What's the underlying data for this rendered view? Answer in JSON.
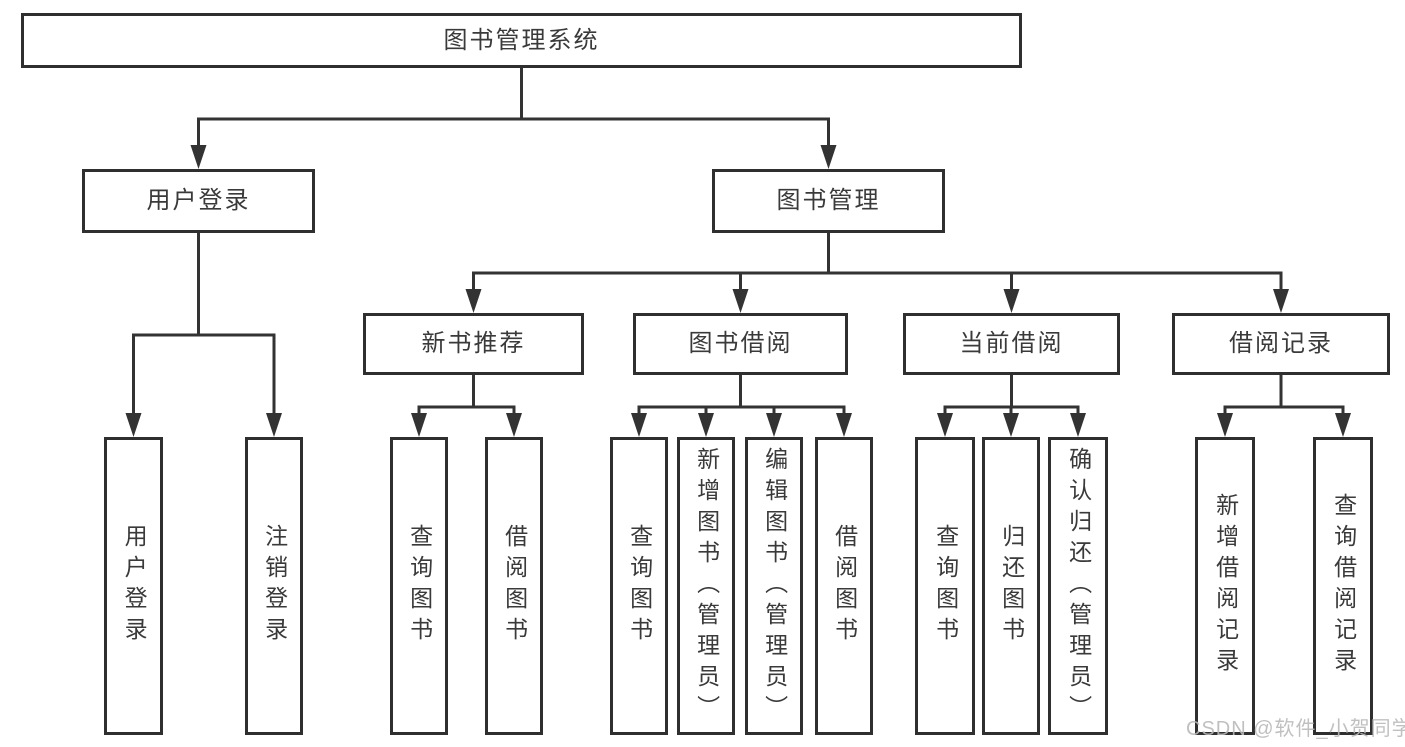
{
  "diagram": {
    "root": {
      "label": "图书管理系统"
    },
    "level2": [
      {
        "id": "user-login",
        "label": "用户登录"
      },
      {
        "id": "book-management",
        "label": "图书管理"
      }
    ],
    "level3": [
      {
        "id": "new-book-recommend",
        "parent": "图书管理",
        "label": "新书推荐"
      },
      {
        "id": "book-borrow",
        "parent": "图书管理",
        "label": "图书借阅"
      },
      {
        "id": "current-borrow",
        "parent": "图书管理",
        "label": "当前借阅"
      },
      {
        "id": "borrow-records",
        "parent": "图书管理",
        "label": "借阅记录"
      }
    ],
    "leaves": [
      {
        "parent": "用户登录",
        "label": "用户登录"
      },
      {
        "parent": "用户登录",
        "label": "注销登录"
      },
      {
        "parent": "新书推荐",
        "label": "查询图书"
      },
      {
        "parent": "新书推荐",
        "label": "借阅图书"
      },
      {
        "parent": "图书借阅",
        "label": "查询图书"
      },
      {
        "parent": "图书借阅",
        "label": "新增图书（管理员）"
      },
      {
        "parent": "图书借阅",
        "label": "编辑图书（管理员）"
      },
      {
        "parent": "图书借阅",
        "label": "借阅图书"
      },
      {
        "parent": "当前借阅",
        "label": "查询图书"
      },
      {
        "parent": "当前借阅",
        "label": "归还图书"
      },
      {
        "parent": "当前借阅",
        "label": "确认归还（管理员）"
      },
      {
        "parent": "借阅记录",
        "label": "新增借阅记录"
      },
      {
        "parent": "借阅记录",
        "label": "查询借阅记录"
      }
    ]
  },
  "watermark": {
    "text": "CSDN @软件_小贺同学",
    "color": "#b9b9b9"
  },
  "colors": {
    "line": "#333333",
    "border": "#2f2f2f",
    "text": "#3a3a3a",
    "background": "#ffffff"
  }
}
